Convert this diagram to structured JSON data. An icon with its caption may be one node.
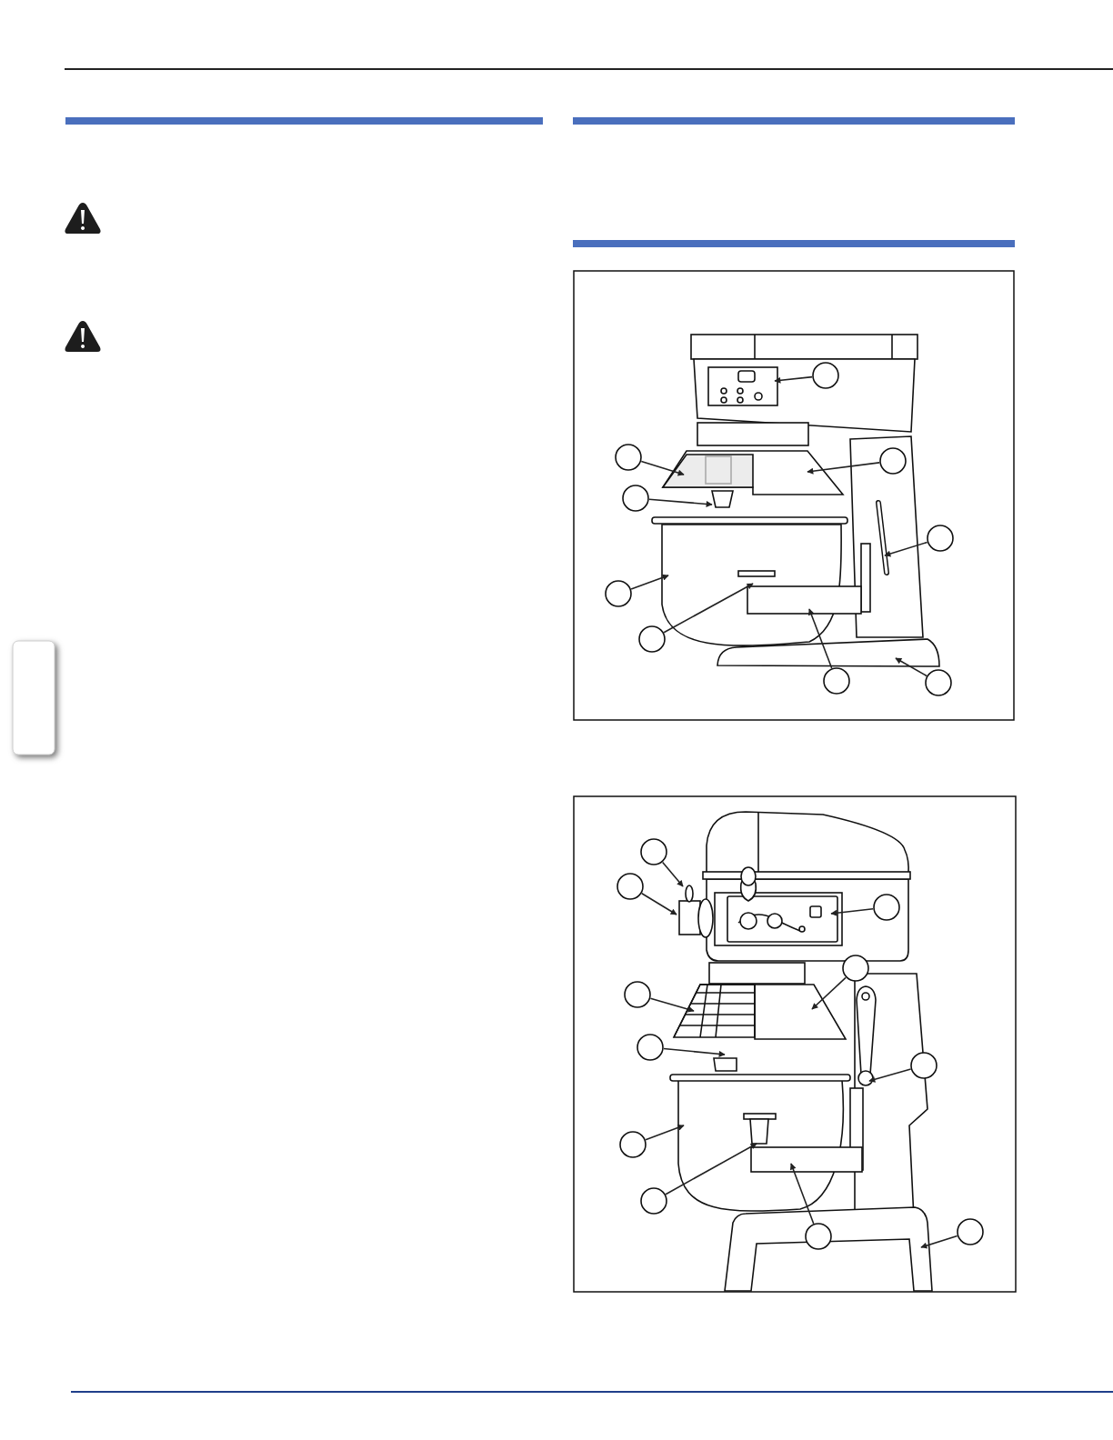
{
  "diagram": {
    "nodes": [
      {
        "text": [],
        "shape": "circle"
      },
      {
        "text": [],
        "shape": "circle"
      },
      {
        "text": [],
        "shape": "circle"
      },
      {
        "text": [],
        "shape": "circle"
      },
      {
        "text": [],
        "shape": "circle"
      },
      {
        "text": [],
        "shape": "circle"
      },
      {
        "text": [],
        "shape": "circle"
      },
      {
        "text": [],
        "shape": "circle"
      },
      {
        "text": [],
        "shape": "circle"
      },
      {
        "text": [],
        "shape": "circle"
      },
      {
        "text": [],
        "shape": "circle"
      },
      {
        "text": [],
        "shape": "circle"
      },
      {
        "text": [],
        "shape": "circle"
      },
      {
        "text": [],
        "shape": "circle"
      },
      {
        "text": [],
        "shape": "circle"
      },
      {
        "text": [],
        "shape": "circle"
      },
      {
        "text": [],
        "shape": "circle"
      },
      {
        "text": [],
        "shape": "circle"
      },
      {
        "text": [],
        "shape": "circle"
      },
      {
        "text": [],
        "shape": "circle"
      }
    ],
    "edges": [
      {
        "from": 0,
        "to": null,
        "arrow": "to"
      },
      {
        "from": 1,
        "to": null,
        "arrow": "to"
      },
      {
        "from": 2,
        "to": null,
        "arrow": "to"
      },
      {
        "from": 3,
        "to": null,
        "arrow": "to"
      },
      {
        "from": 4,
        "to": null,
        "arrow": "to"
      },
      {
        "from": 5,
        "to": null,
        "arrow": "to"
      },
      {
        "from": 6,
        "to": null,
        "arrow": "to"
      },
      {
        "from": 7,
        "to": null,
        "arrow": "to"
      },
      {
        "from": 8,
        "to": null,
        "arrow": "to"
      },
      {
        "from": 9,
        "to": null,
        "arrow": "to"
      },
      {
        "from": 10,
        "to": null,
        "arrow": "to"
      },
      {
        "from": 11,
        "to": null,
        "arrow": "to"
      },
      {
        "from": 12,
        "to": null,
        "arrow": "to"
      },
      {
        "from": 13,
        "to": null,
        "arrow": "to"
      },
      {
        "from": 14,
        "to": null,
        "arrow": "to"
      },
      {
        "from": 15,
        "to": null,
        "arrow": "to"
      },
      {
        "from": 16,
        "to": null,
        "arrow": "to"
      },
      {
        "from": 17,
        "to": null,
        "arrow": "to"
      },
      {
        "from": 18,
        "to": null,
        "arrow": "to"
      },
      {
        "from": 19,
        "to": null,
        "arrow": "to"
      }
    ]
  }
}
